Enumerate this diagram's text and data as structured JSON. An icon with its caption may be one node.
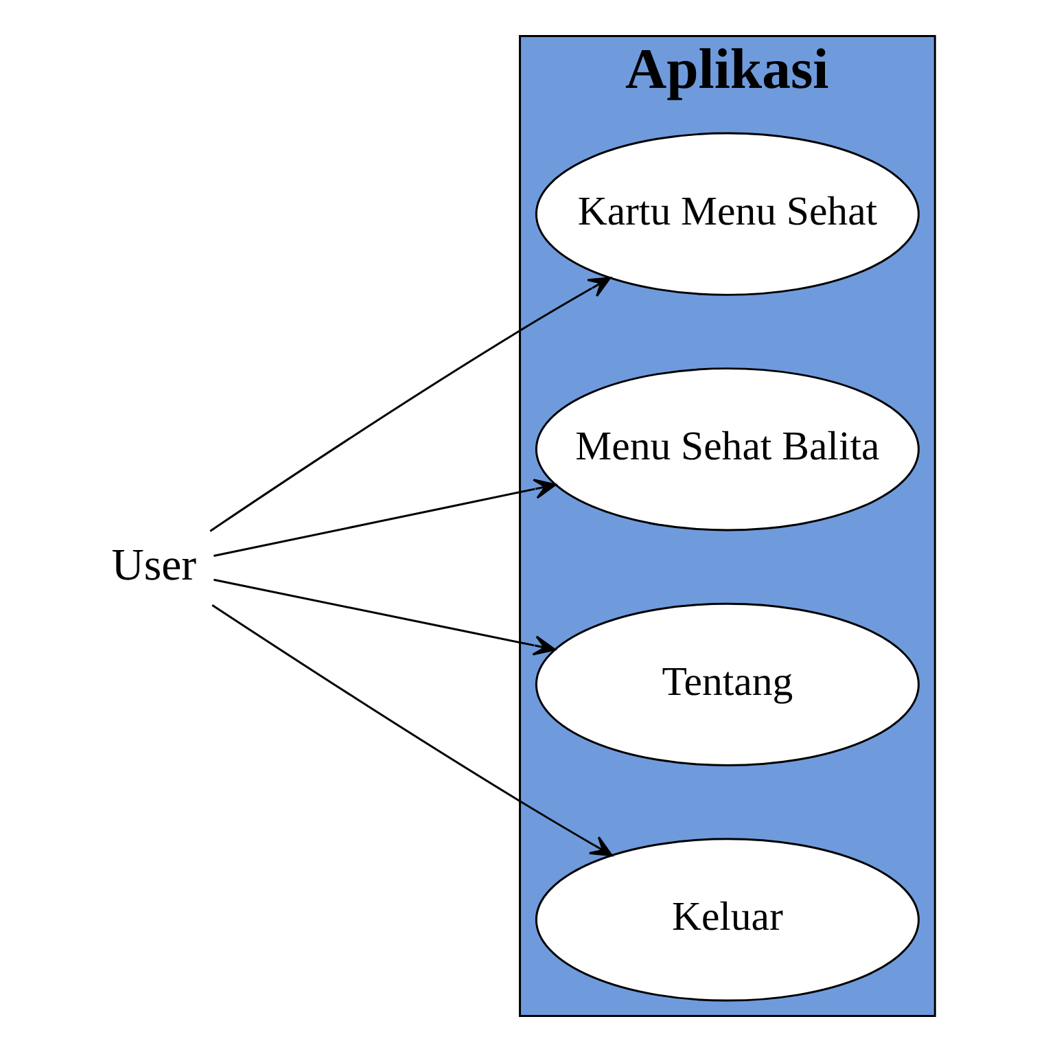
{
  "diagram": {
    "nodes": [
      {
        "text": [
          "User"
        ]
      },
      {
        "text": [
          "Aplikasi"
        ]
      },
      {
        "text": [
          "Kartu Menu Sehat"
        ],
        "in": 1
      },
      {
        "text": [
          "Menu Sehat Balita"
        ],
        "in": 1
      },
      {
        "text": [
          "Tentang"
        ],
        "in": 1
      },
      {
        "text": [
          "Keluar"
        ],
        "in": 1
      }
    ],
    "edges": [
      {
        "from": 0,
        "to": 2,
        "arrow": "to"
      },
      {
        "from": 0,
        "to": 3,
        "arrow": "to"
      },
      {
        "from": 0,
        "to": 4,
        "arrow": "to"
      },
      {
        "from": 0,
        "to": 5,
        "arrow": "to"
      }
    ]
  }
}
